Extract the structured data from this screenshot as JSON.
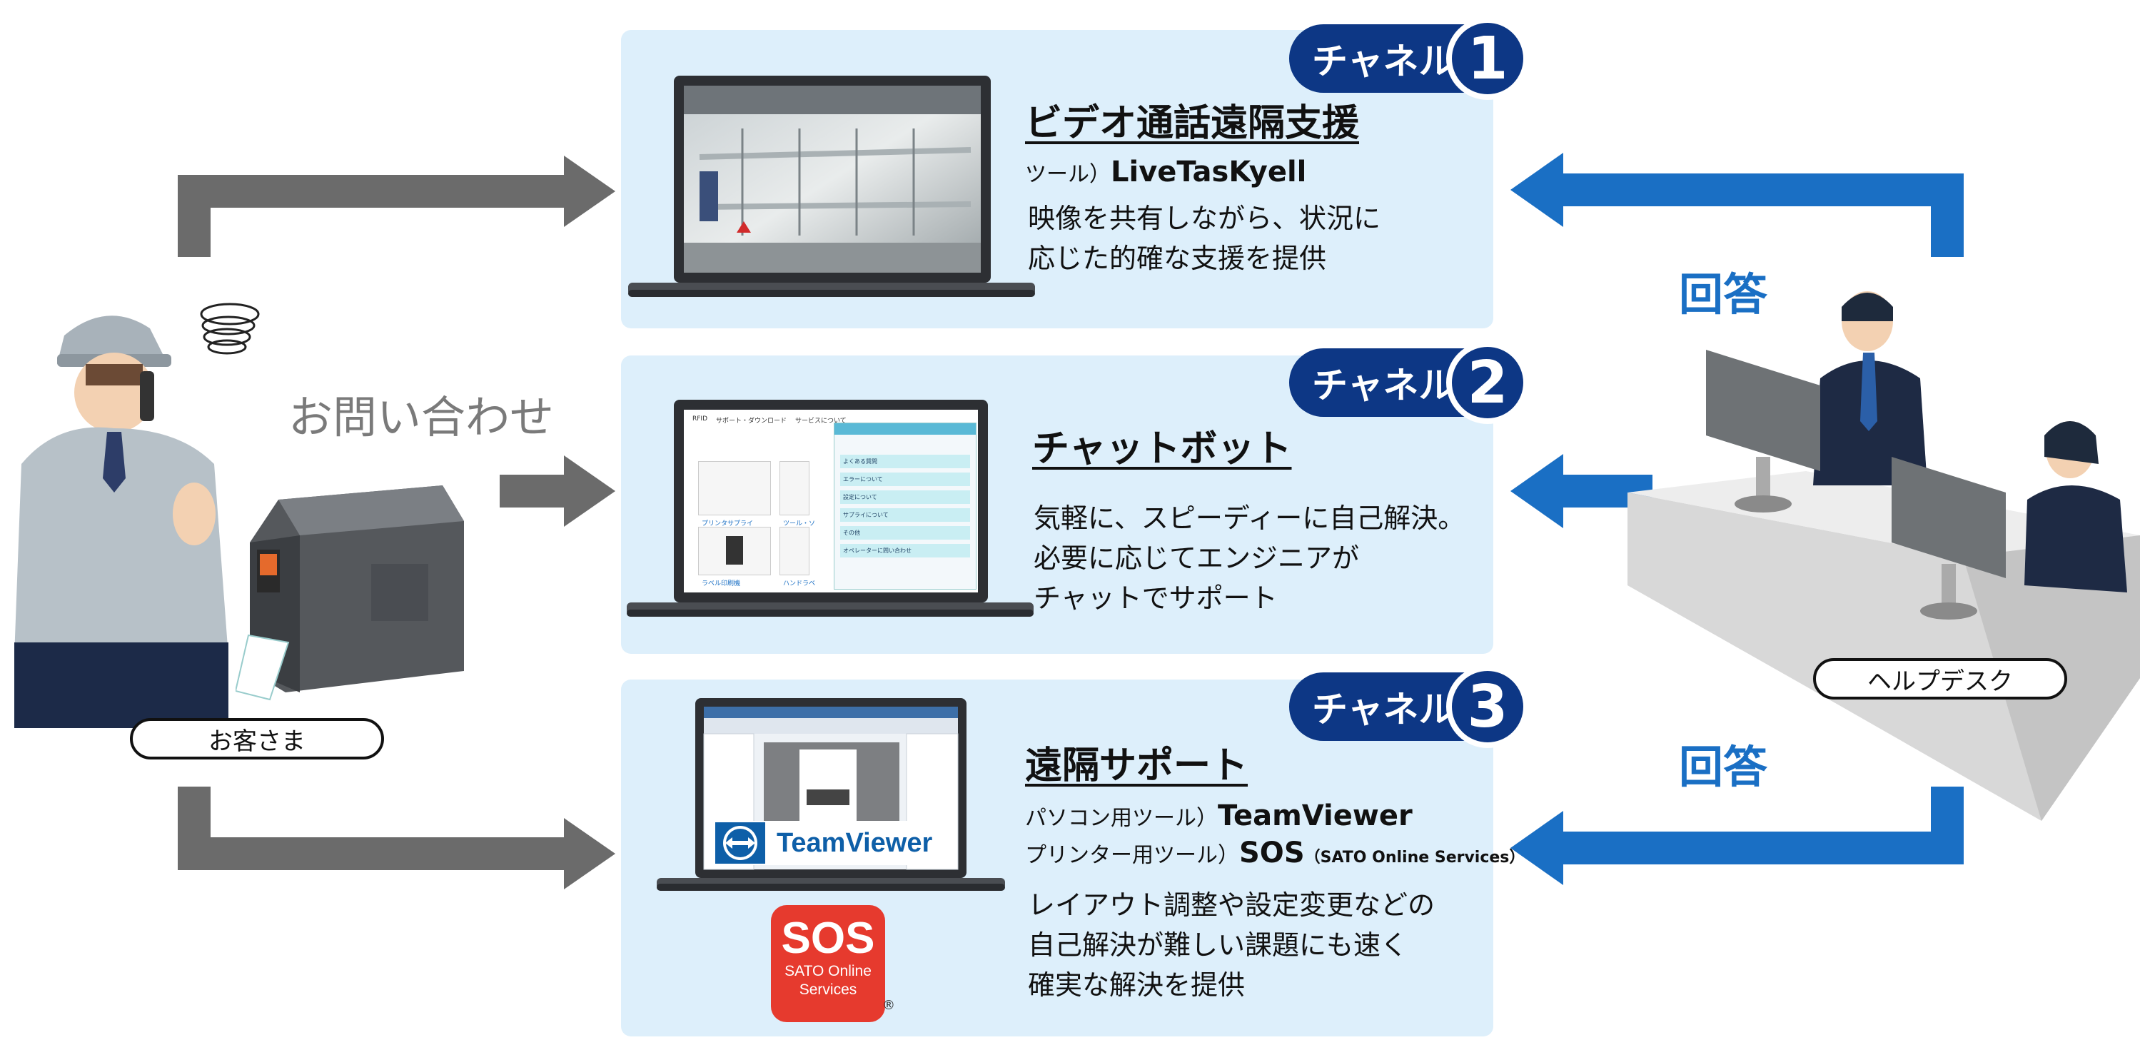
{
  "inquiry_label": "お問い合わせ",
  "customer_label": "お客さま",
  "helpdesk_label": "ヘルプデスク",
  "answer_label_1": "回答",
  "answer_label_2": "回答",
  "channels": [
    {
      "badge_label": "チャネル",
      "badge_number": "1",
      "title": "ビデオ通話遠隔支援",
      "tool_prefix": "ツール）",
      "tool_name": "LiveTasKyell",
      "desc_lines": [
        "映像を共有しながら、状況に",
        "応じた的確な支援を提供"
      ]
    },
    {
      "badge_label": "チャネル",
      "badge_number": "2",
      "title": "チャットボット",
      "desc_lines": [
        "気軽に、スピーディーに自己解決。",
        "必要に応じてエンジニアが",
        "チャットでサポート"
      ]
    },
    {
      "badge_label": "チャネル",
      "badge_number": "3",
      "title": "遠隔サポート",
      "tool1_prefix": "パソコン用ツール）",
      "tool1_name": "TeamViewer",
      "tool2_prefix": "プリンター用ツール）",
      "tool2_name": "SOS",
      "tool2_suffix": "（SATO Online Services）",
      "desc_lines": [
        "レイアウト調整や設定変更などの",
        "自己解決が難しい課題にも速く",
        "確実な解決を提供"
      ]
    }
  ],
  "teamviewer_logo": "TeamViewer",
  "sos_logo": {
    "big": "SOS",
    "line1": "SATO Online",
    "line2": "Services",
    "mark": "®"
  },
  "chat_mock": {
    "nav": [
      "RFID",
      "サポート・ダウンロード",
      "サービスについて"
    ],
    "cards": [
      "プリンタサプライ",
      "ツール・ソ",
      "ラベル印刷機",
      "ハンドラベ"
    ],
    "bubbles": [
      "よくある質問",
      "エラーについて",
      "設定について",
      "サプライについて",
      "その他",
      "オペレーターに問い合わせ"
    ]
  },
  "colors": {
    "navy": "#0d3785",
    "panel": "#ddeffb",
    "blue_arrow": "#1a6fc4",
    "gray_arrow": "#6b6b6b"
  }
}
